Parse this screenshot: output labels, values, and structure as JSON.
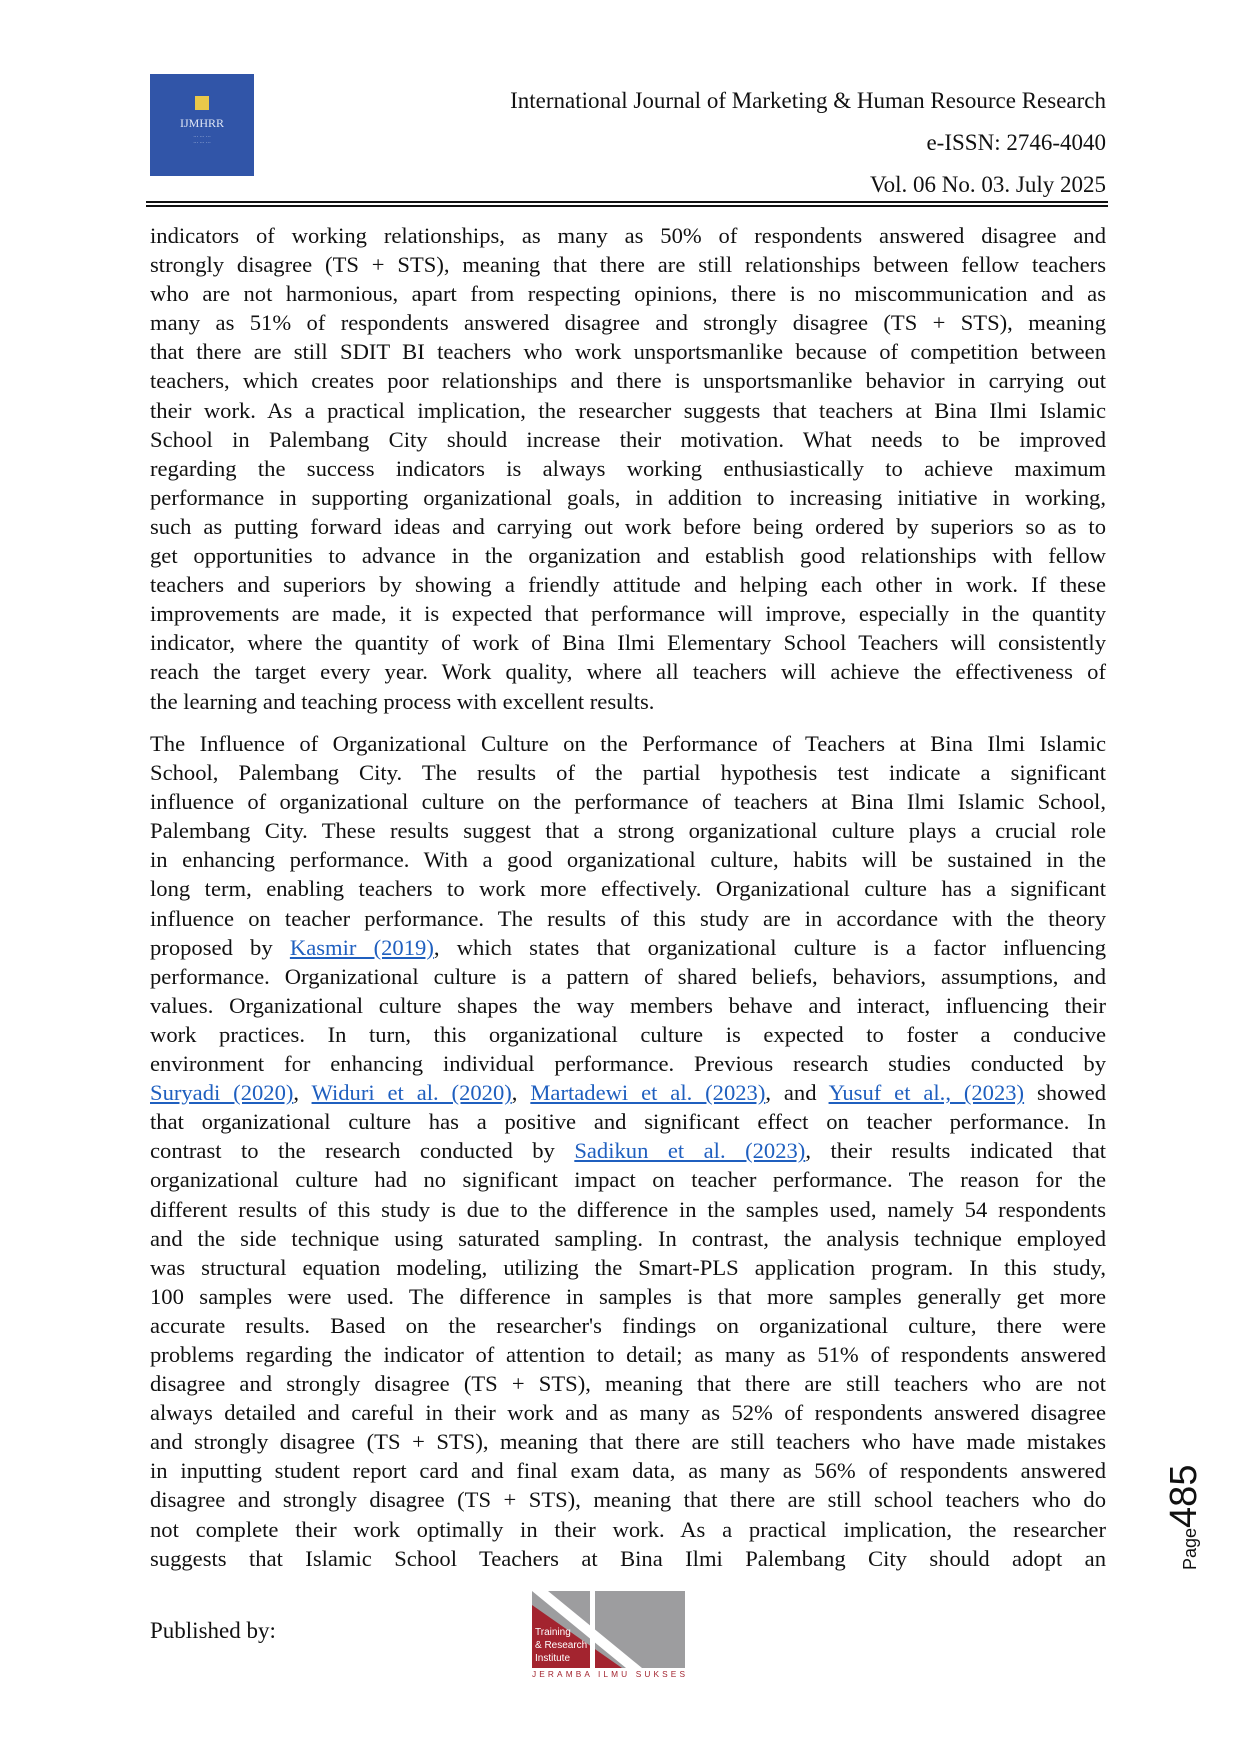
{
  "header": {
    "logo_text": "IJMHRR",
    "journal": "International Journal of Marketing & Human Resource Research",
    "issn": "e-ISSN: 2746-4040",
    "volume": "Vol. 06 No. 03. July 2025"
  },
  "paragraphs": [
    [
      [
        {
          "t": "indicators of working relationships, as many as 50% of respondents answered disagree and"
        }
      ],
      [
        {
          "t": "strongly disagree (TS + STS), meaning that there are still relationships between fellow teachers"
        }
      ],
      [
        {
          "t": "who are not harmonious, apart from respecting opinions, there is no miscommunication and as"
        }
      ],
      [
        {
          "t": "many as 51% of respondents answered disagree and strongly disagree (TS + STS), meaning"
        }
      ],
      [
        {
          "t": "that there are still SDIT BI teachers who work unsportsmanlike because of competition between"
        }
      ],
      [
        {
          "t": "teachers, which creates poor relationships and there is unsportsmanlike behavior in carrying out"
        }
      ],
      [
        {
          "t": "their work. As a practical implication, the researcher suggests that teachers at Bina Ilmi Islamic"
        }
      ],
      [
        {
          "t": "School in Palembang City should increase their motivation. What needs to be improved"
        }
      ],
      [
        {
          "t": "regarding the success indicators is always working enthusiastically to achieve maximum"
        }
      ],
      [
        {
          "t": "performance in supporting organizational goals, in addition to increasing initiative in working,"
        }
      ],
      [
        {
          "t": "such as putting forward ideas and carrying out work before being ordered by superiors so as to"
        }
      ],
      [
        {
          "t": "get opportunities to advance in the organization and establish good relationships with fellow"
        }
      ],
      [
        {
          "t": "teachers and superiors by showing a friendly attitude and helping each other in work. If these"
        }
      ],
      [
        {
          "t": "improvements are made, it is expected that performance will improve, especially in the quantity"
        }
      ],
      [
        {
          "t": "indicator, where the quantity of work of Bina Ilmi Elementary School Teachers will consistently"
        }
      ],
      [
        {
          "t": "reach the target every year. Work quality, where all teachers will achieve the effectiveness of"
        }
      ],
      [
        {
          "t": "the learning and teaching process with excellent results."
        }
      ]
    ],
    [
      [
        {
          "t": "The Influence of Organizational Culture on the Performance of Teachers at Bina Ilmi Islamic"
        }
      ],
      [
        {
          "t": "School, Palembang City. The results of the partial hypothesis test indicate a significant"
        }
      ],
      [
        {
          "t": "influence of organizational culture on the performance of teachers at Bina Ilmi Islamic School,"
        }
      ],
      [
        {
          "t": "Palembang City. These results suggest that a strong organizational culture plays a crucial role"
        }
      ],
      [
        {
          "t": "in enhancing performance. With a good organizational culture, habits will be sustained in the"
        }
      ],
      [
        {
          "t": "long term, enabling teachers to work more effectively. Organizational culture has a significant"
        }
      ],
      [
        {
          "t": "influence on teacher performance. The results of this study are in accordance with the theory"
        }
      ],
      [
        {
          "t": "proposed by "
        },
        {
          "t": "Kasmir (2019)",
          "link": true
        },
        {
          "t": ", which states that organizational culture is a factor influencing"
        }
      ],
      [
        {
          "t": "performance. Organizational culture is a pattern of shared beliefs, behaviors, assumptions, and"
        }
      ],
      [
        {
          "t": "values. Organizational culture shapes the way members behave and interact, influencing their"
        }
      ],
      [
        {
          "t": "work practices. In turn, this organizational culture is expected to foster a conducive"
        }
      ],
      [
        {
          "t": "environment for enhancing individual performance. Previous research studies conducted by"
        }
      ],
      [
        {
          "t": "Suryadi (2020)",
          "link": true
        },
        {
          "t": ", "
        },
        {
          "t": "Widuri et al. (2020)",
          "link": true
        },
        {
          "t": ", "
        },
        {
          "t": "Martadewi et al. (2023)",
          "link": true
        },
        {
          "t": ", and "
        },
        {
          "t": "Yusuf et al., (2023)",
          "link": true
        },
        {
          "t": " showed"
        }
      ],
      [
        {
          "t": "that organizational culture has a positive and significant effect on teacher performance. In"
        }
      ],
      [
        {
          "t": "contrast to the research conducted by "
        },
        {
          "t": "Sadikun et al. (2023)",
          "link": true
        },
        {
          "t": ", their results indicated that"
        }
      ],
      [
        {
          "t": "organizational culture had no significant impact on teacher performance. The reason for the"
        }
      ],
      [
        {
          "t": "different results of this study is due to the difference in the samples used, namely 54 respondents"
        }
      ],
      [
        {
          "t": "and the side technique using saturated sampling. In contrast, the analysis technique employed"
        }
      ],
      [
        {
          "t": "was structural equation modeling, utilizing the Smart-PLS application program. In this study,"
        }
      ],
      [
        {
          "t": "100 samples were used. The difference in samples is that more samples generally get more"
        }
      ],
      [
        {
          "t": "accurate results. Based on the researcher's findings on organizational culture, there were"
        }
      ],
      [
        {
          "t": "problems regarding the indicator of attention to detail; as many as 51% of respondents answered"
        }
      ],
      [
        {
          "t": "disagree and strongly disagree (TS + STS), meaning that there are still teachers who are not"
        }
      ],
      [
        {
          "t": "always detailed and careful in their work and as many as 52% of respondents answered disagree"
        }
      ],
      [
        {
          "t": "and strongly disagree (TS + STS), meaning that there are still teachers who have made mistakes"
        }
      ],
      [
        {
          "t": "in inputting student report card and final exam data, as many as 56% of respondents answered"
        }
      ],
      [
        {
          "t": "disagree and strongly disagree (TS + STS), meaning that there are still school teachers who do"
        }
      ],
      [
        {
          "t": "not complete their work optimally in their work. As a practical implication, the researcher"
        }
      ],
      [
        {
          "t": "suggests that Islamic School Teachers at Bina Ilmi Palembang City should adopt an"
        }
      ]
    ]
  ],
  "paragraph_last_line_full": [
    false,
    true
  ],
  "footer": {
    "published_by": "Published by:",
    "publisher_logo_lines": [
      "Training",
      "& Research",
      "Institute"
    ],
    "publisher_tagline": "JERAMBA ILMU SUKSES",
    "page_label": "Page",
    "page_number": "485"
  },
  "colors": {
    "link": "#1f5fbf",
    "logo_blue": "#3155a8",
    "publisher_red": "#a3242f",
    "publisher_gray": "#9d9d9f"
  }
}
